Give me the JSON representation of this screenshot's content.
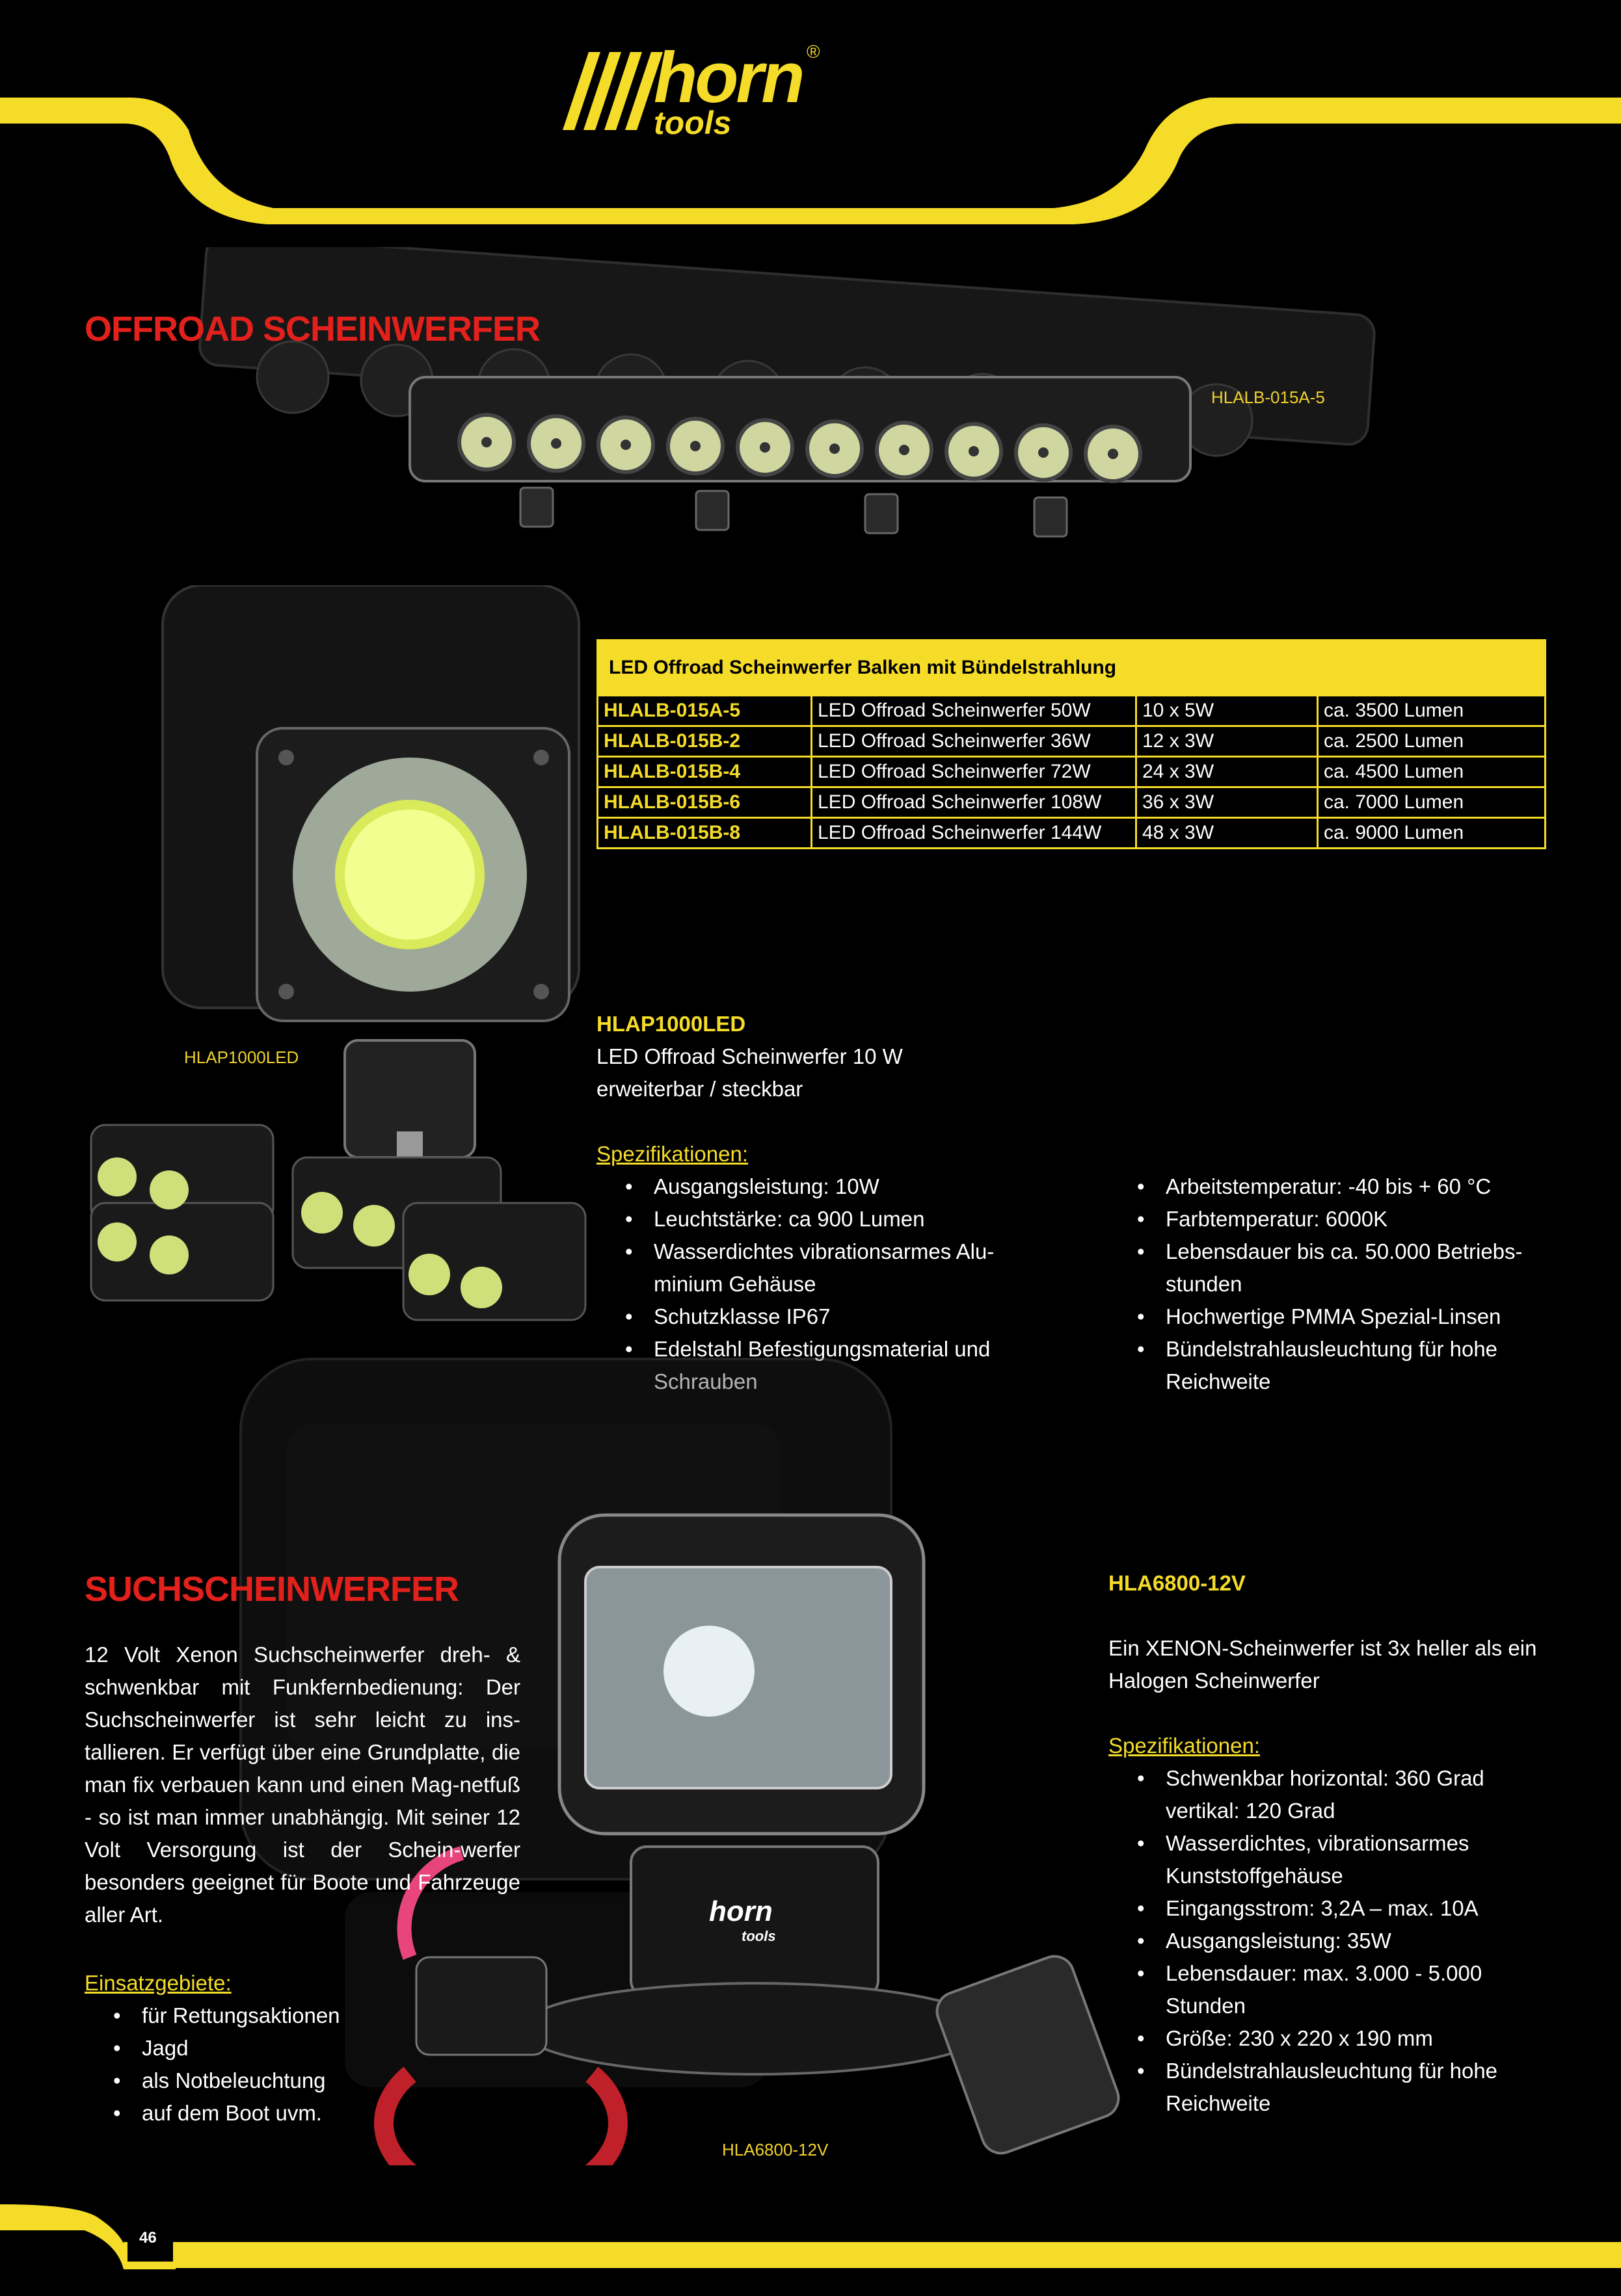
{
  "brand": {
    "name": "horn",
    "sub": "tools",
    "registered": "®"
  },
  "offroad": {
    "title": "OFFROAD SCHEINWERFER",
    "bar_caption": "HLALB-015A-5",
    "lamp_caption": "HLAP1000LED",
    "table": {
      "header": "LED Offroad Scheinwerfer Balken mit Bündelstrahlung",
      "rows": [
        [
          "HLALB-015A-5",
          "LED Offroad Scheinwerfer 50W",
          "10 x 5W",
          "ca. 3500 Lumen"
        ],
        [
          "HLALB-015B-2",
          "LED Offroad Scheinwerfer 36W",
          "12 x 3W",
          "ca. 2500 Lumen"
        ],
        [
          "HLALB-015B-4",
          "LED Offroad Scheinwerfer 72W",
          "24 x 3W",
          "ca. 4500 Lumen"
        ],
        [
          "HLALB-015B-6",
          "LED Offroad Scheinwerfer 108W",
          "36 x 3W",
          "ca. 7000 Lumen"
        ],
        [
          "HLALB-015B-8",
          "LED Offroad Scheinwerfer 144W",
          "48 x 3W",
          "ca. 9000 Lumen"
        ]
      ]
    },
    "product_code": "HLAP1000LED",
    "product_line1": "LED Offroad Scheinwerfer 10 W",
    "product_line2": "erweiterbar / steckbar",
    "spec_label": "Spezifikationen:",
    "specs_left": [
      "Ausgangsleistung: 10W",
      "Leuchtstärke: ca 900 Lumen",
      "Wasserdichtes vibrationsarmes Alu-minium Gehäuse",
      "Schutzklasse IP67",
      "Edelstahl Befestigungsmaterial und Schrauben"
    ],
    "specs_right": [
      "Arbeitstemperatur: -40 bis + 60 °C",
      "Farbtemperatur: 6000K",
      "Lebensdauer bis ca. 50.000 Betriebs-stunden",
      "Hochwertige PMMA Spezial-Linsen",
      "Bündelstrahlausleuchtung für hohe Reichweite"
    ]
  },
  "search": {
    "title": "SUCHSCHEINWERFER",
    "description": "12 Volt Xenon Suchscheinwerfer dreh- & schwenkbar mit Funkfernbedienung: Der Suchscheinwerfer ist sehr leicht zu ins-tallieren. Er verfügt über eine Grundplatte, die man fix verbauen kann und einen Mag-netfuß - so ist man immer unabhängig. Mit seiner 12 Volt Versorgung ist der Schein-werfer besonders geeignet für Boote und Fahrzeuge aller Art.",
    "uses_label": "Einsatzgebiete:",
    "uses": [
      "für Rettungsaktionen",
      "Jagd",
      "als Notbeleuchtung",
      "auf dem Boot uvm."
    ],
    "caption": "HLA6800-12V",
    "product_code": "HLA6800-12V",
    "intro": "Ein XENON-Scheinwerfer ist 3x heller als ein Halogen Scheinwerfer",
    "spec_label": "Spezifikationen:",
    "specs": [
      "Schwenkbar horizontal: 360 Grad vertikal: 120 Grad",
      "Wasserdichtes, vibrationsarmes Kunststoffgehäuse",
      "Eingangsstrom: 3,2A – max. 10A",
      "Ausgangsleistung: 35W",
      "Lebensdauer: max. 3.000 - 5.000 Stunden",
      "Größe: 230 x 220 x 190 mm",
      "Bündelstrahlausleuchtung für hohe Reichweite"
    ],
    "device_brand": "horn",
    "device_brand_sub": "tools"
  },
  "footer": {
    "page_number": "46"
  },
  "colors": {
    "accent": "#f5dc28",
    "title_red": "#e3211c",
    "background": "#000000"
  }
}
